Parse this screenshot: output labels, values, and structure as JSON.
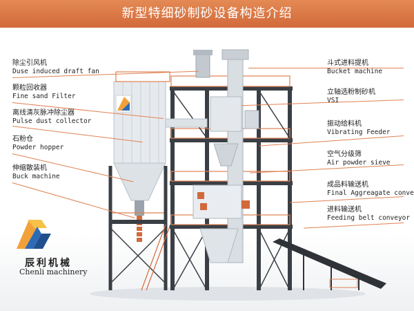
{
  "title": "新型特细砂制砂设备构造介绍",
  "brand": {
    "name_zh": "辰利机械",
    "name_en": "Chenli machinery"
  },
  "left_labels": [
    {
      "zh": "除尘引风机",
      "en": "Duse induced draft fan"
    },
    {
      "zh": "颗粒回收器",
      "en": "Fine sand Filter"
    },
    {
      "zh": "离线清灰脉冲除尘器",
      "en": "Pulse dust collector"
    },
    {
      "zh": "石粉仓",
      "en": "Powder hopper"
    },
    {
      "zh": "伸缩散装机",
      "en": "Buck machine"
    }
  ],
  "right_labels": [
    {
      "zh": "斗式进料提机",
      "en": "Bucket machine"
    },
    {
      "zh": "立轴选粉制砂机",
      "en": "VSI"
    },
    {
      "zh": "振动给料机",
      "en": "Vibrating Feeder"
    },
    {
      "zh": "空气分级筛",
      "en": "Air powder sieve"
    },
    {
      "zh": "成品料输送机",
      "en": "Final Aggreagate conveyor"
    },
    {
      "zh": "进料输送机",
      "en": "Feeding belt conveyor"
    }
  ],
  "colors": {
    "banner": "#d9703f",
    "accent": "#e08050",
    "steel": "#3a3f45",
    "panel": "#e9edf1"
  }
}
